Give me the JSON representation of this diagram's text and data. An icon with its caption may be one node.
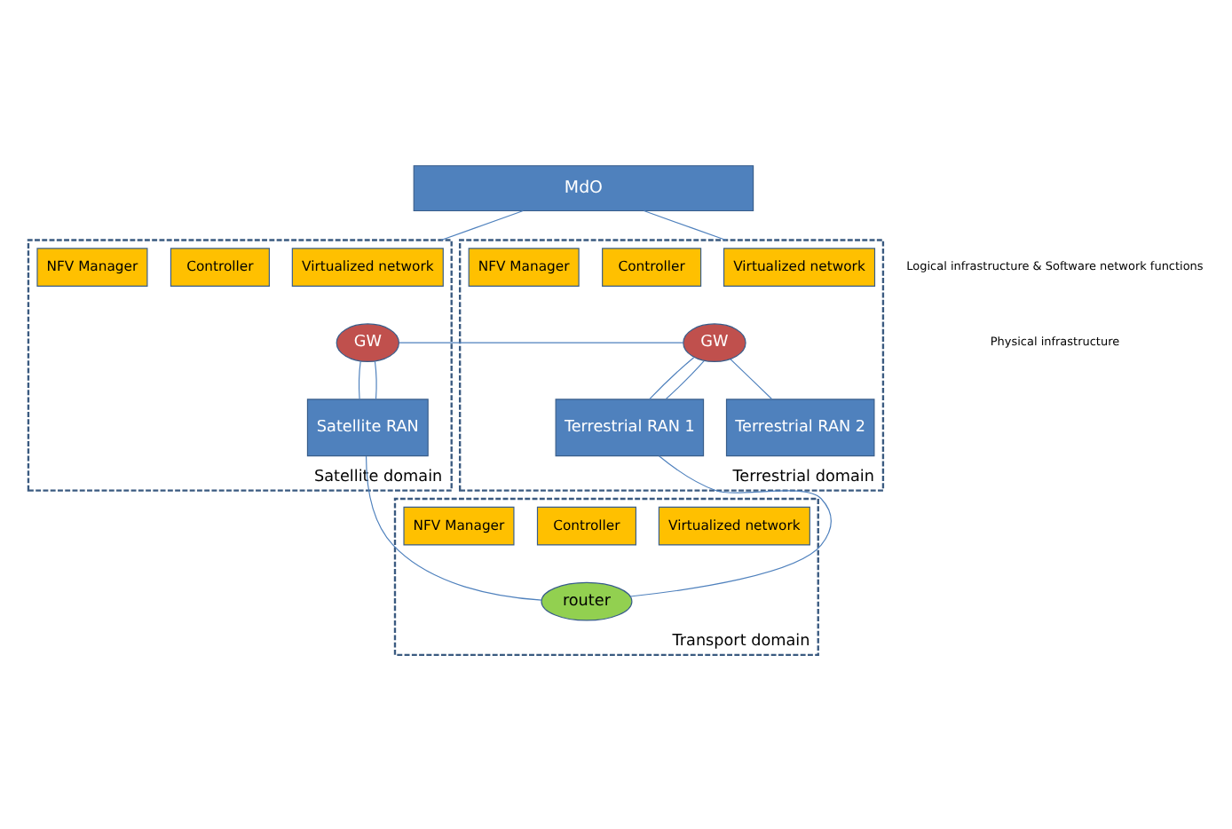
{
  "diagram": {
    "nodes": [
      {
        "text": [
          "MdO"
        ]
      },
      {
        "text": [
          "Satellite domain"
        ]
      },
      {
        "text": [
          "Virtualized network"
        ],
        "in": 1
      },
      {
        "text": [
          "Controller"
        ],
        "in": 1
      },
      {
        "text": [
          "NFV Manager"
        ],
        "in": 1
      },
      {
        "text": [
          "GW"
        ],
        "in": 1
      },
      {
        "text": [
          "Satellite RAN"
        ],
        "in": 1
      },
      {
        "text": [
          "Terrestrial domain"
        ]
      },
      {
        "text": [
          "Virtualized network"
        ],
        "in": 7
      },
      {
        "text": [
          "Controller"
        ],
        "in": 7
      },
      {
        "text": [
          "NFV Manager"
        ],
        "in": 7
      },
      {
        "text": [
          "GW"
        ],
        "in": 7
      },
      {
        "text": [
          "Terrestrial RAN 1"
        ],
        "in": 7
      },
      {
        "text": [
          "Terrestrial RAN 2"
        ],
        "in": 7
      },
      {
        "text": [
          "Transport domain"
        ]
      },
      {
        "text": [
          "Virtualized network"
        ],
        "in": 14
      },
      {
        "text": [
          "Controller"
        ],
        "in": 14
      },
      {
        "text": [
          "NFV Manager"
        ],
        "in": 14
      },
      {
        "text": [
          "router"
        ],
        "in": 14
      }
    ],
    "edges": [
      {
        "from": 0,
        "to": 1,
        "arrow": "none"
      },
      {
        "from": 0,
        "to": 7,
        "arrow": "none"
      },
      {
        "from": 5,
        "to": 11,
        "arrow": "none"
      },
      {
        "from": 5,
        "to": 6,
        "arrow": "none"
      },
      {
        "from": 5,
        "to": 6,
        "arrow": "none"
      },
      {
        "from": 11,
        "to": 12,
        "arrow": "none"
      },
      {
        "from": 11,
        "to": 12,
        "arrow": "none"
      },
      {
        "from": 11,
        "to": 13,
        "arrow": "none"
      },
      {
        "from": 6,
        "to": 18,
        "arrow": "none"
      },
      {
        "from": 12,
        "to": 18,
        "arrow": "none"
      }
    ],
    "labels": [
      "Logical infrastructure & Software network functions",
      "Physical infrastructure"
    ]
  }
}
